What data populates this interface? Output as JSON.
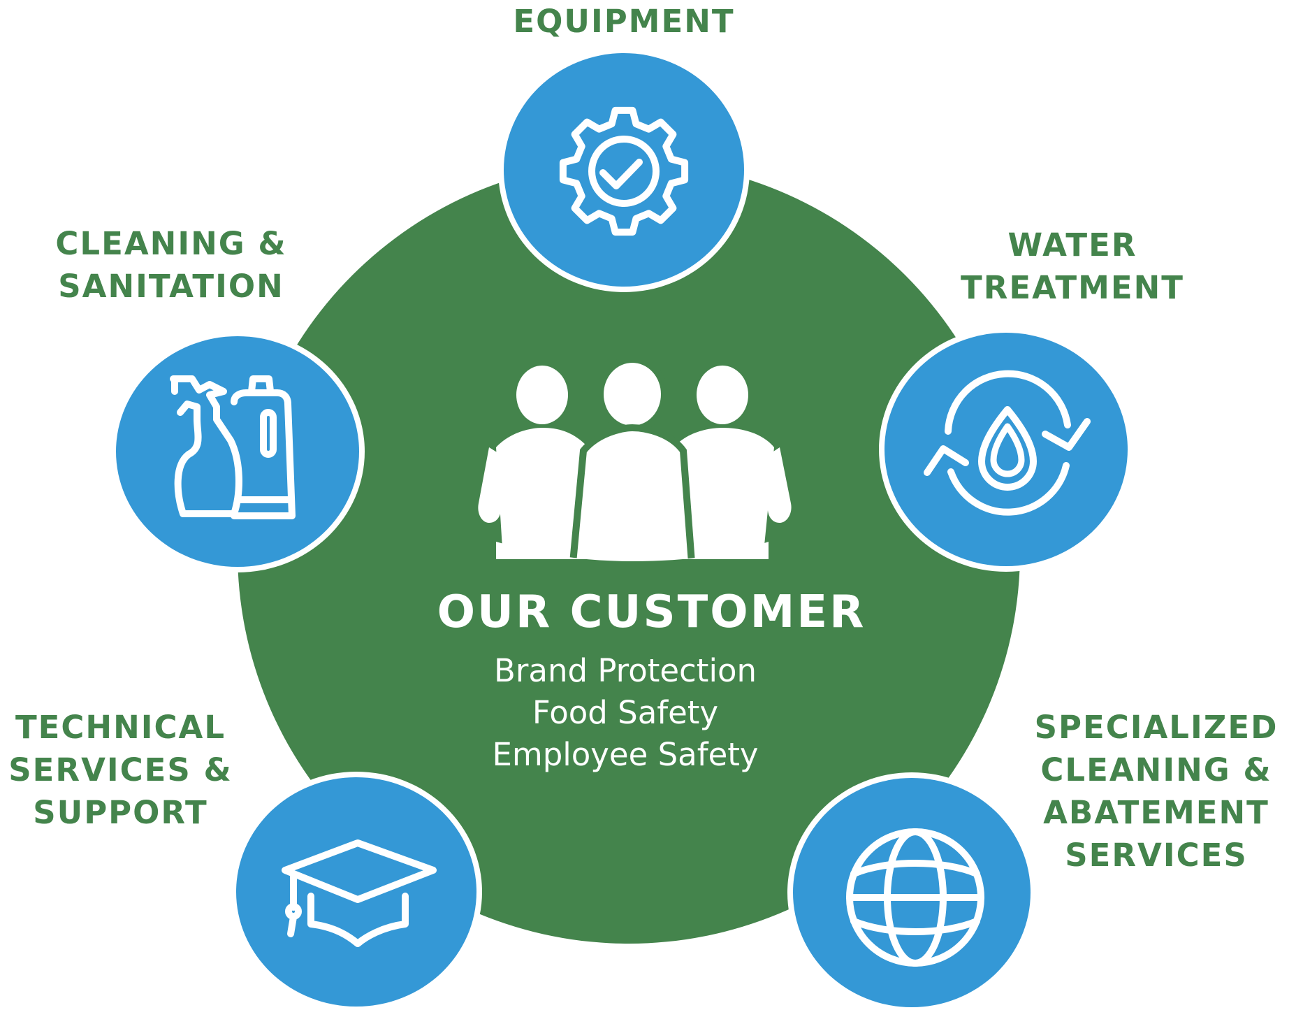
{
  "colors": {
    "green": "#44844c",
    "blue": "#3498d6",
    "white": "#ffffff"
  },
  "center": {
    "icon": "people-group-icon",
    "title": "OUR CUSTOMER",
    "lines": [
      "Brand Protection",
      "Food Safety",
      "Employee Safety"
    ]
  },
  "nodes": [
    {
      "id": "equipment",
      "icon": "gear-check-icon",
      "label_lines": [
        "EQUIPMENT"
      ]
    },
    {
      "id": "water",
      "icon": "water-cycle-icon",
      "label_lines": [
        "WATER",
        "TREATMENT"
      ]
    },
    {
      "id": "specialized",
      "icon": "globe-icon",
      "label_lines": [
        "SPECIALIZED",
        "CLEANING &",
        "ABATEMENT",
        "SERVICES"
      ]
    },
    {
      "id": "technical",
      "icon": "graduation-cap-icon",
      "label_lines": [
        "TECHNICAL",
        "SERVICES &",
        "SUPPORT"
      ]
    },
    {
      "id": "cleaning",
      "icon": "cleaning-bottles-icon",
      "label_lines": [
        "CLEANING &",
        "SANITATION"
      ]
    }
  ]
}
